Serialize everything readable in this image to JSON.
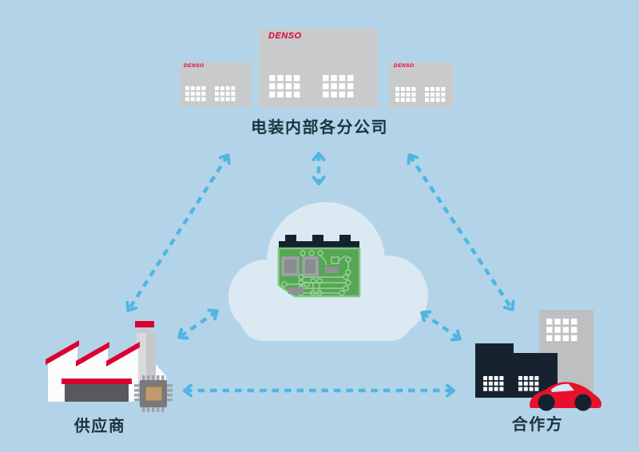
{
  "brand": {
    "name": "DENSO"
  },
  "nodes": {
    "denso_branches": {
      "label": "电装内部各分公司"
    },
    "supplier": {
      "label": "供应商"
    },
    "partner": {
      "label": "合作方"
    }
  },
  "icons": {
    "center": [
      "cloud-icon",
      "circuit-board-icon"
    ],
    "top": [
      "office-building-icon",
      "office-building-icon",
      "office-building-icon"
    ],
    "bottom_left": [
      "factory-icon",
      "microchip-icon"
    ],
    "bottom_right": [
      "office-tower-icon",
      "office-building-icon",
      "car-icon"
    ]
  },
  "connections": [
    "branches-cloud",
    "branches-supplier",
    "branches-partner",
    "supplier-cloud",
    "partner-cloud",
    "supplier-partner"
  ],
  "colors": {
    "background": "#B3D4E8",
    "arrow_blue": "#4FB5E5",
    "brand_red": "#DC0032",
    "car_red": "#E8112D",
    "building_gray": "#C8CACC",
    "tower_gray": "#BDBFC1",
    "navy": "#16232F",
    "cloud": "#DBE9F3",
    "pcb_green": "#55A755",
    "pcb_border_green": "#7FC67F",
    "trace_green": "#9CD19C",
    "chip_tan": "#C09A6E",
    "door_gray": "#57595C",
    "label_text": "#1C3440",
    "window_white": "#FFFFFF"
  }
}
